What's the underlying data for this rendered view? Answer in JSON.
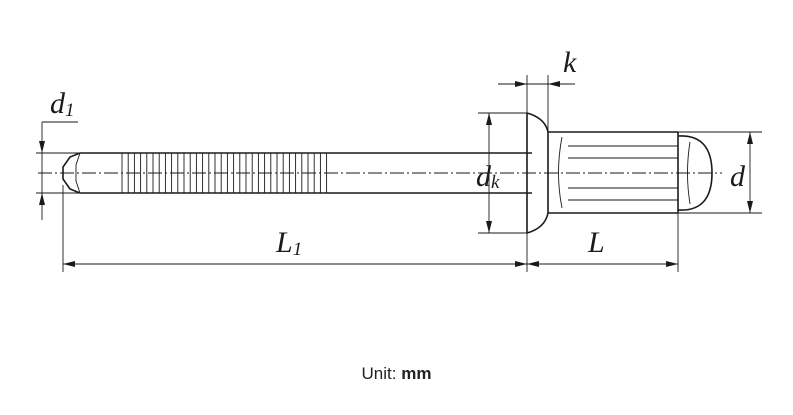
{
  "labels": {
    "d1": {
      "main": "d",
      "sub": "1"
    },
    "k": "k",
    "dk": {
      "main": "d",
      "sub": "k"
    },
    "d": "d",
    "L1": {
      "main": "L",
      "sub": "1"
    },
    "L": "L"
  },
  "caption": {
    "prefix": "Unit: ",
    "unit": "mm"
  }
}
